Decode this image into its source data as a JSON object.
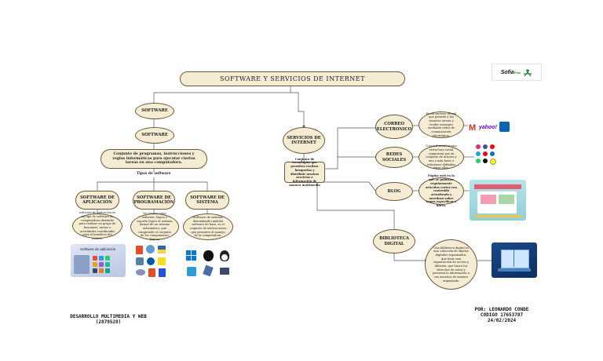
{
  "logo": {
    "brand": "SofiaPlus"
  },
  "title": "SOFTWARE  Y SERVICIOS DE INTERNET",
  "software": {
    "node1": "SOFTWARE",
    "node2": "SOFTWARE",
    "definition": "Conjunto de programas, instrucciones y reglas informáticas para ejecutar ciertas tareas en una computadora.",
    "types_label": "Tipos de software",
    "types": [
      {
        "name": "SOFTWARE DE APLICACIÓN",
        "desc": "software de aplicación es un tipo de software de computadora diseñado para realizar un grupo de funciones, tareas o actividades coordinadas para el beneficio del usuario.",
        "image_caption": "Software de aplicación"
      },
      {
        "name": "SOFTWARE DE PROGRAMACIÓN",
        "desc": "Se conoce como software, lógico o soporte lógico al sistema formal de un sistema informático, que comprende el conjunto de los componentes lógicos"
      },
      {
        "name": "SOFTWARE DE SISTEMA",
        "desc": "Software de sistema, denominado también software de base, es el conjunto de instrucciones que permiten el manejo de la computadora."
      }
    ]
  },
  "services": {
    "node": "SERVICIOS DE INTERNET",
    "definition": "Conjunto de tecnologías que permiten realizar búsquedas y distribuir muchos servicios e información de manera multimedia",
    "items": [
      {
        "name": "CORREO ELECTRONICO",
        "desc": "Es un servicio de red que permite a los usuarios enviar y recibir mensajes mediante redes de comunicación electrónica."
      },
      {
        "name": "REDES SOCIALES",
        "desc": "Una red social es una estructura social compuesta por un conjunto de actores y uno o más lazos o relaciones definidas entre ellos."
      },
      {
        "name": "BLOG",
        "desc": "Página web en la que se publican regularmente artículos cortos con contenido actualizado y novedoso sobre temas específicos o libres."
      },
      {
        "name": "BIBLIOTECA DIGITAL",
        "desc": "Una biblioteca digital es una colección de objetos digitales organizados, que tiene una organización de acceso y difusión, que busca los derechos de autor y presenta la información a sus usuarios de manera organizada."
      }
    ]
  },
  "footer": {
    "left_line1": "DESARROLLO MULTIMEDIA Y WEB",
    "left_line2": "(2879528)",
    "right_line1": "POR: LEONARDO CONDE",
    "right_line2": "CODIGO 17653787",
    "right_line3": "24/02/2024"
  },
  "colors": {
    "node_fill": "#f6ecd4",
    "node_border": "#6b5a3a",
    "line": "#555555"
  },
  "icons": [
    "gmail-icon",
    "yahoo-icon",
    "outlook-icon",
    "social-media-icons",
    "blog-screenshot",
    "digital-book-icon",
    "windows-logo",
    "apple-logo",
    "linux-logo",
    "programming-language-logos",
    "app-icons"
  ]
}
